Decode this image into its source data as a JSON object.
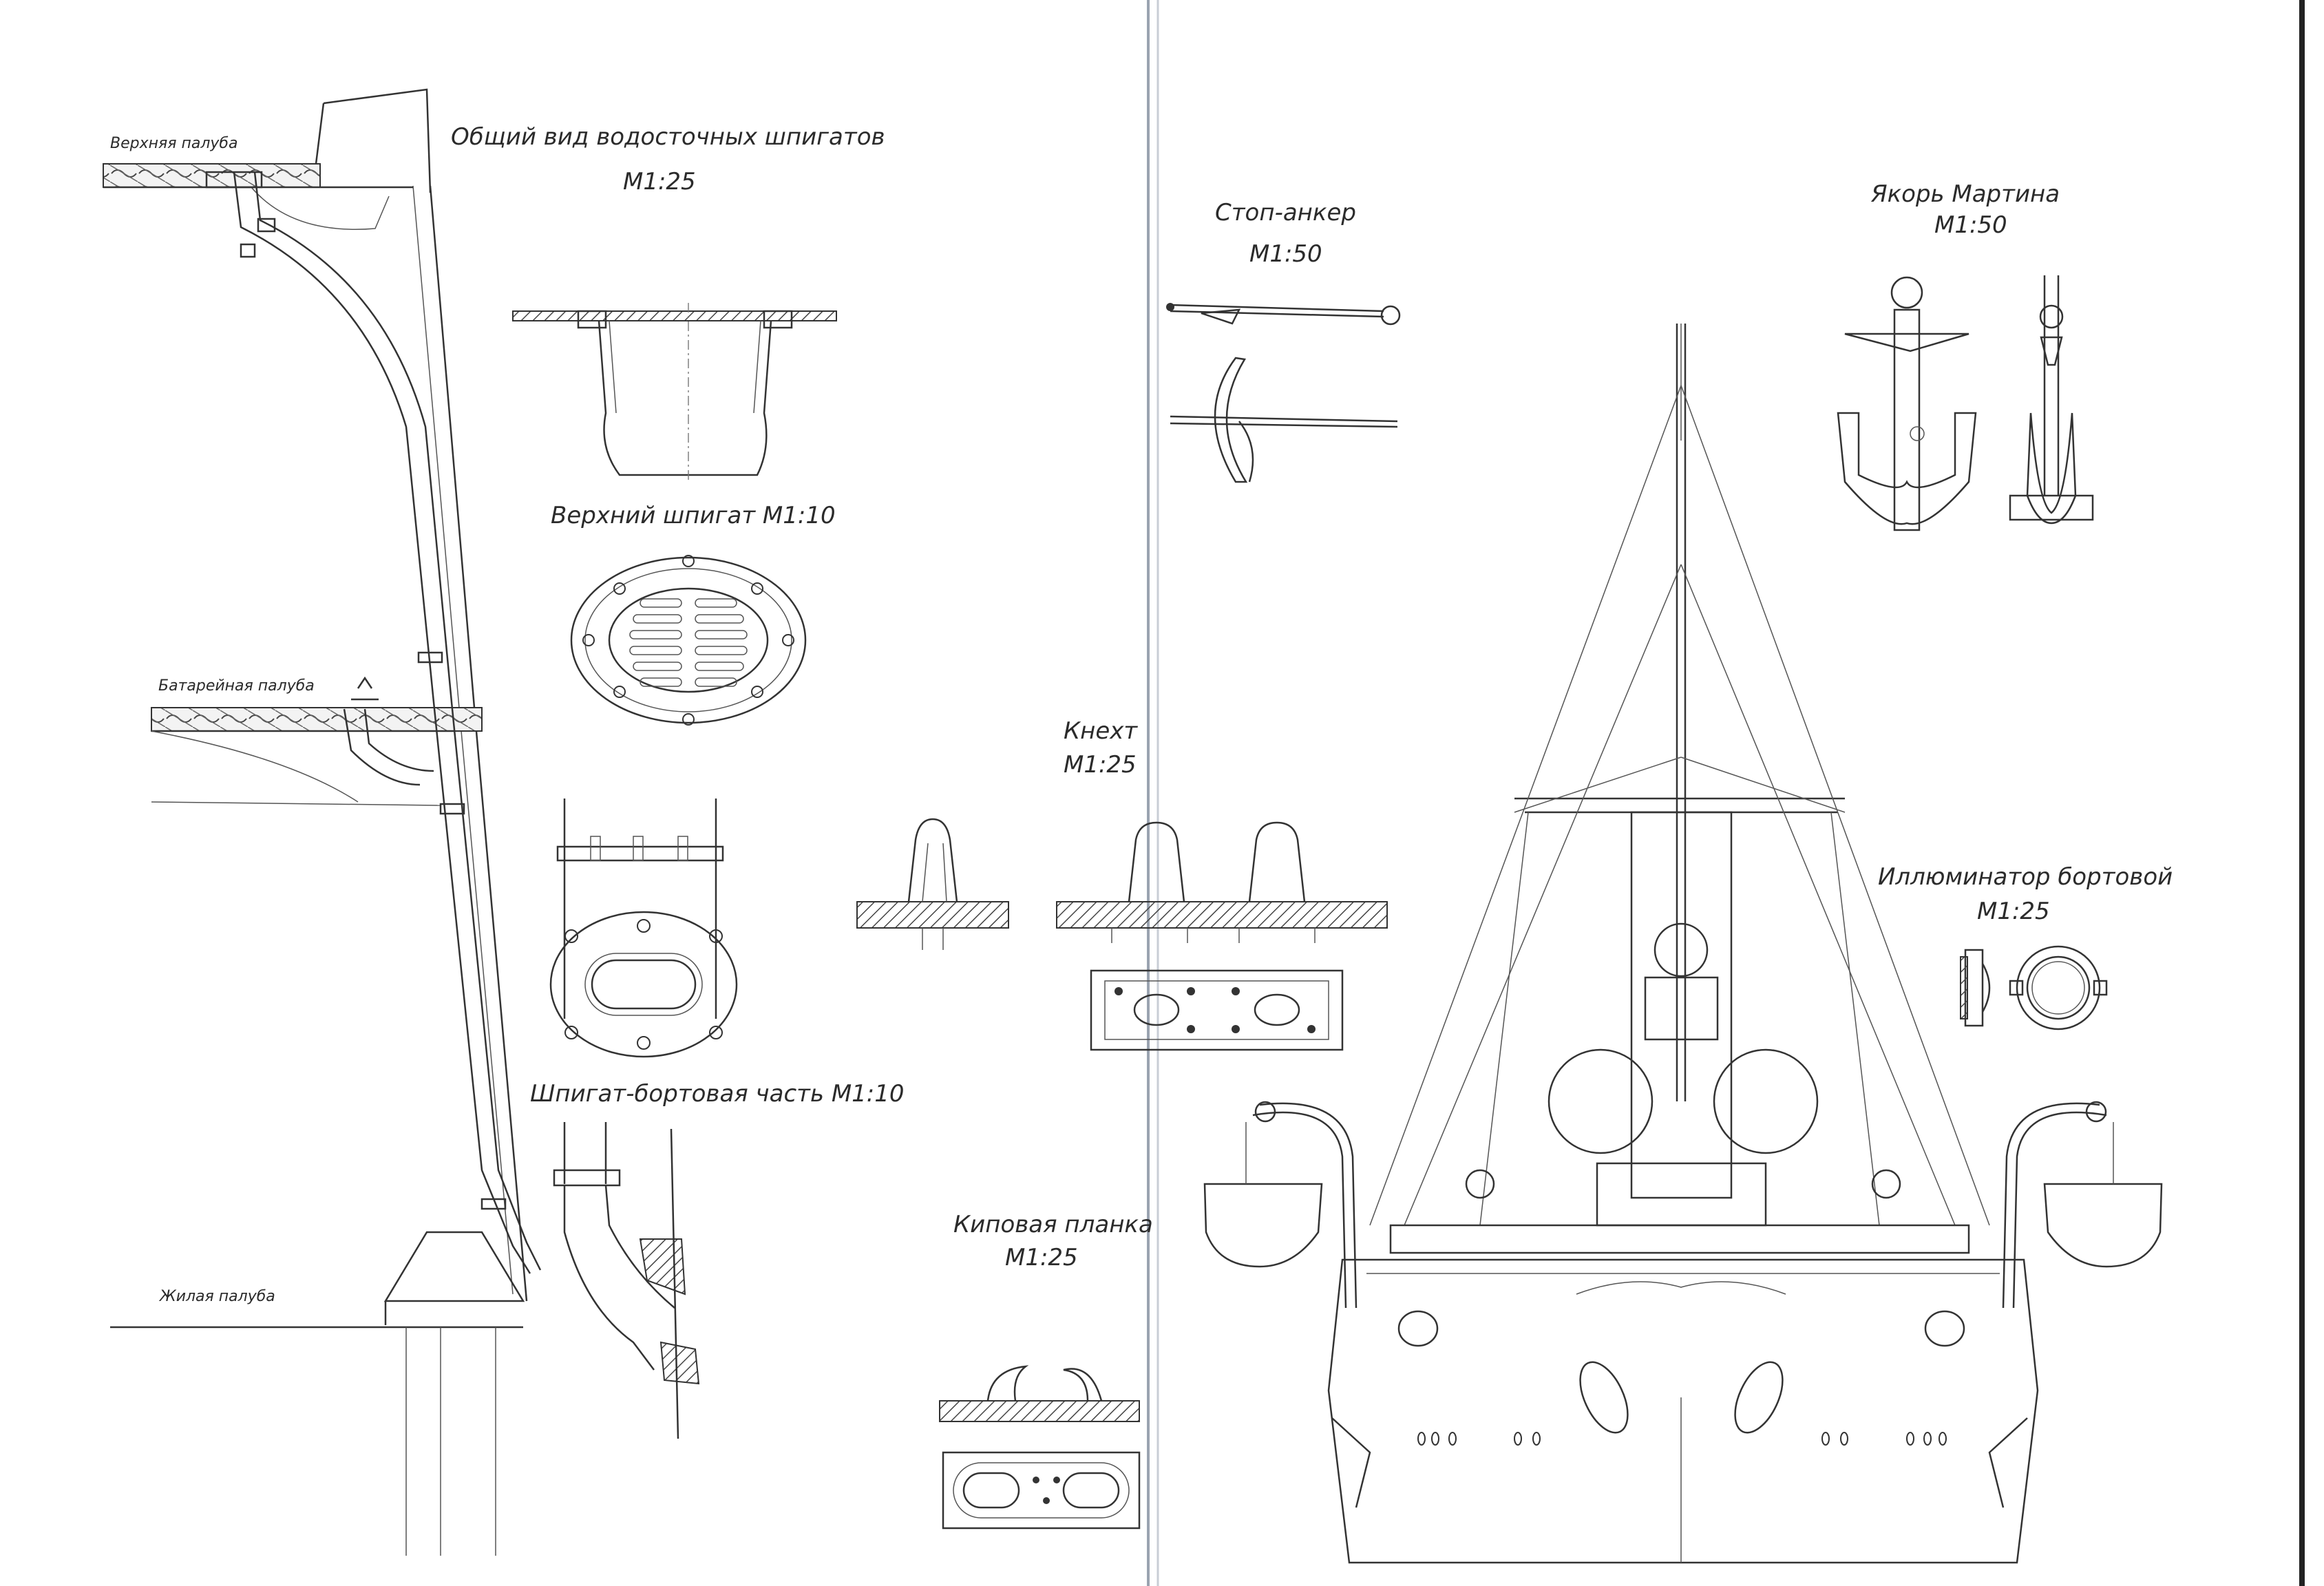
{
  "labels": {
    "upper_deck": "Верхняя палуба",
    "battery_deck": "Батарейная палуба",
    "living_deck": "Жилая палуба",
    "scuppers_title": "Общий вид водосточных шпигатов",
    "scuppers_scale": "М1:25",
    "upper_scupper": "Верхний шпигат М1:10",
    "side_scupper": "Шпигат-бортовая часть М1:10",
    "stop_anchor_title": "Стоп-анкер",
    "stop_anchor_scale": "М1:50",
    "martin_anchor_title": "Якорь Мартина",
    "martin_anchor_scale": "М1:50",
    "bitt_title": "Кнехт",
    "bitt_scale": "М1:25",
    "porthole_title": "Иллюминатор бортовой",
    "porthole_scale": "М1:25",
    "fairlead_title": "Киповая планка",
    "fairlead_scale": "М1:25"
  },
  "colors": {
    "paper": "#ffffff",
    "ink": "#2b2b2b",
    "fold": "#9aa3b0"
  }
}
